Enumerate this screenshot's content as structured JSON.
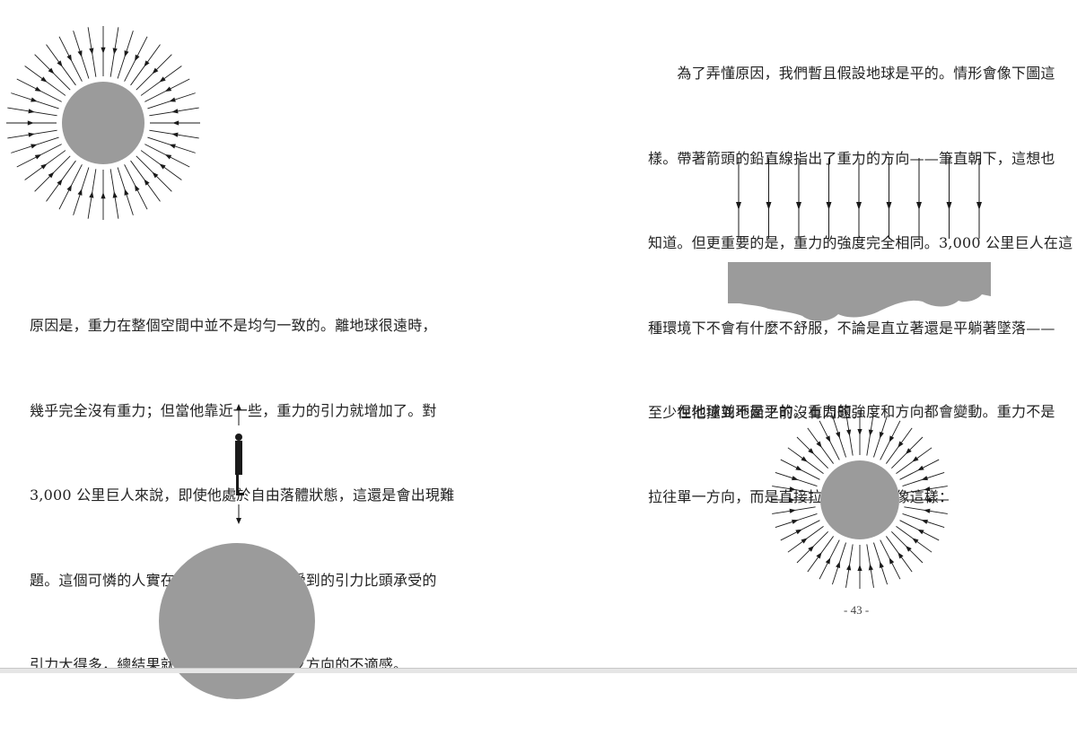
{
  "left_page": {
    "paragraph_lines": [
      "原因是，重力在整個空間中並不是均勻一致的。離地球很遠時，",
      "幾乎完全沒有重力；但當他靠近一些，重力的引力就增加了。對",
      "3,000 公里巨人來說，即使他處於自由落體狀態，這還是會出現難",
      "題。這個可憐的人實在太高了，導致腳所受到的引力比頭承受的",
      "引力大得多，總結果就是頭和腳被拉往相反方向的不適感。"
    ]
  },
  "right_page": {
    "paragraph1_lines": [
      "　　為了弄懂原因，我們暫且假設地球是平的。情形會像下圖這",
      "樣。帶著箭頭的鉛直線指出了重力的方向——筆直朝下，這想也",
      "知道。但更重要的是，重力的強度完全相同。3,000 公里巨人在這",
      "種環境下不會有什麼不舒服，不論是直立著還是平躺著墜落——",
      "至少在他撞到地面之前沒有問題。"
    ],
    "paragraph2_lines": [
      "　　但地球並不是平的。重力的強度和方向都會變動。重力不是",
      "拉往單一方向，而是直接拉向地心，就像這樣："
    ],
    "page_number": "- 43 -"
  },
  "colors": {
    "earth_gray": "#9b9b9b",
    "text": "#222222",
    "arrow": "#1a1a1a"
  }
}
